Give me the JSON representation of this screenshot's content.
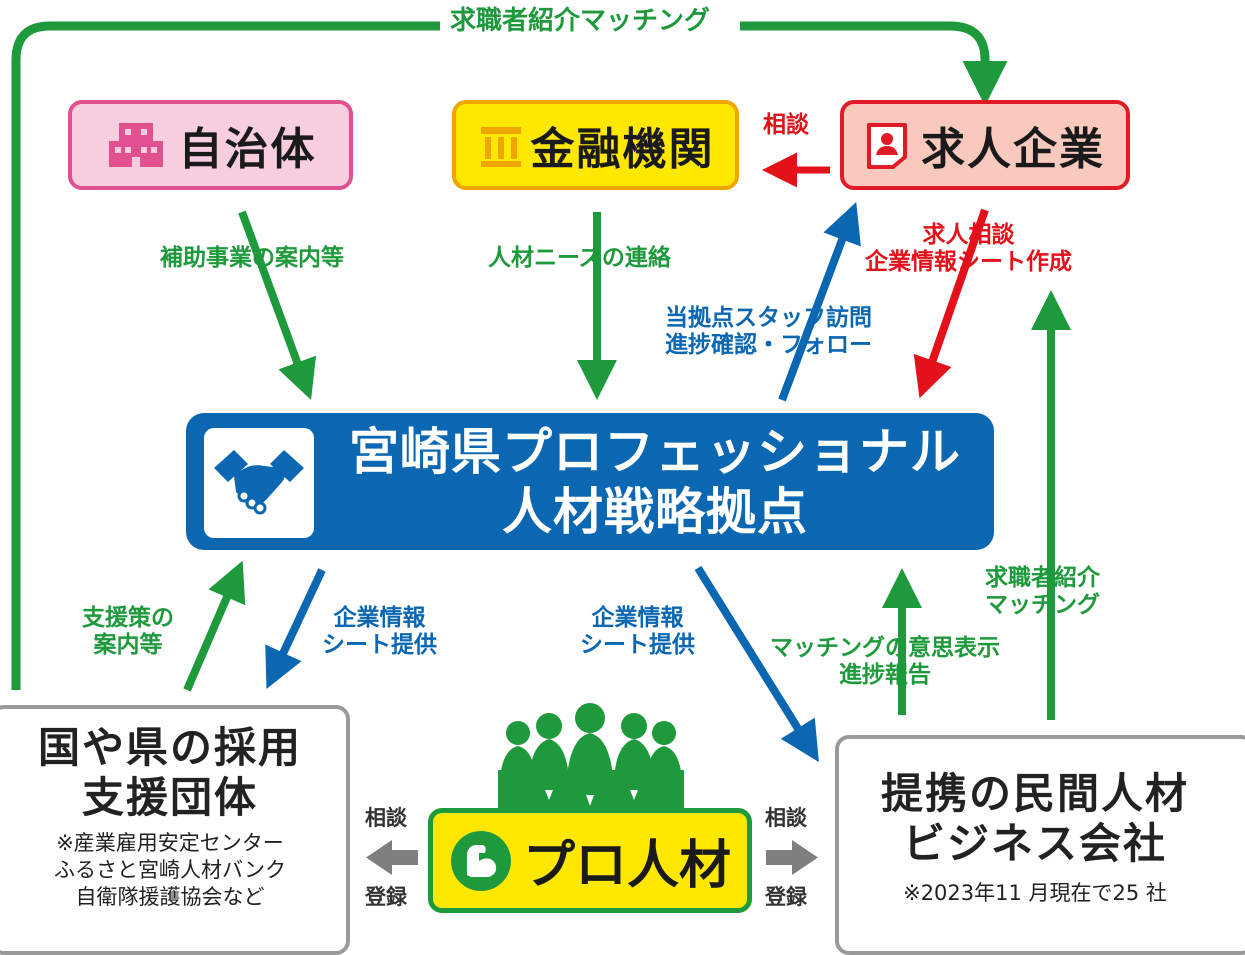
{
  "top_label": "求職者紹介マッチング",
  "nodes": {
    "jichitai": "自治体",
    "kinyu": "金融機関",
    "kyujin": "求人企業",
    "center_line1": "宮崎県プロフェッショナル",
    "center_line2": "人材戦略拠点",
    "dantai_line1": "国や県の採用",
    "dantai_line2": "支援団体",
    "dantai_note1": "※産業雇用安定センター",
    "dantai_note2": "ふるさと宮崎人材バンク",
    "dantai_note3": "自衛隊援護協会など",
    "minkan_line1": "提携の民間人材",
    "minkan_line2": "ビジネス会社",
    "minkan_note": "※2023年11 月現在で25 社",
    "pro": "プロ人材"
  },
  "edges": {
    "soudan_top": "相談",
    "hojo": "補助事業の案内等",
    "needs": "人材ニーズの連絡",
    "homon1": "当拠点スタッフ訪問",
    "homon2": "進捗確認・フォロー",
    "kyujin_soudan1": "求人相談",
    "kyujin_soudan2": "企業情報シート作成",
    "shiensaku1": "支援策の",
    "shiensaku2": "案内等",
    "kigyo_left1": "企業情報",
    "kigyo_left2": "シート提供",
    "kigyo_right1": "企業情報",
    "kigyo_right2": "シート提供",
    "ishi1": "マッチングの意思表示",
    "ishi2": "進捗報告",
    "shoukai1": "求職者紹介",
    "shoukai2": "マッチング",
    "left_soudan": "相談",
    "left_touroku": "登録",
    "right_soudan": "相談",
    "right_touroku": "登録"
  },
  "colors": {
    "green": "#1e9a3c",
    "red": "#e4101a",
    "blue": "#0b67b2",
    "gray": "#7f7f7f",
    "pink": "#e2518f",
    "yellow": "#ffe800"
  },
  "icons": [
    "building-icon",
    "bank-icon",
    "person-card-icon",
    "handshake-icon",
    "arm-icon",
    "people-silhouette-icon"
  ]
}
